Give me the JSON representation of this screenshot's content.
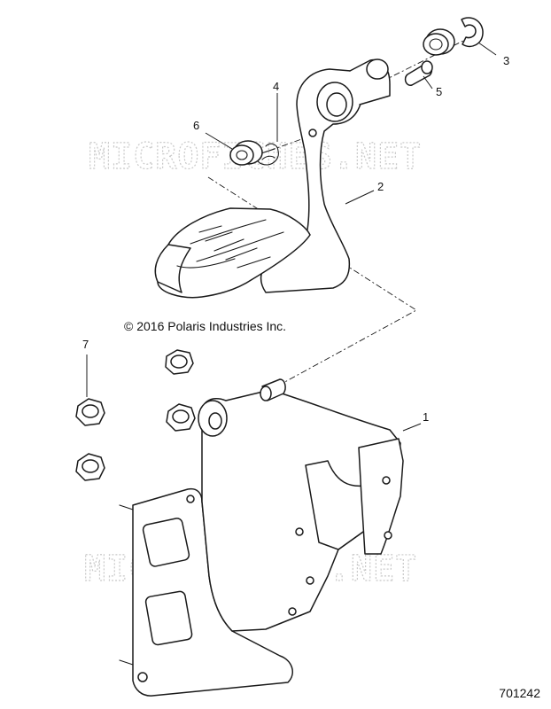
{
  "copyright": "© 2016 Polaris Industries Inc.",
  "drawing_number": "701242",
  "watermark": "MICROFICHES.NET",
  "callouts": {
    "c1": "1",
    "c2": "2",
    "c3": "3",
    "c4": "4",
    "c5": "5",
    "c6": "6",
    "c7": "7"
  }
}
